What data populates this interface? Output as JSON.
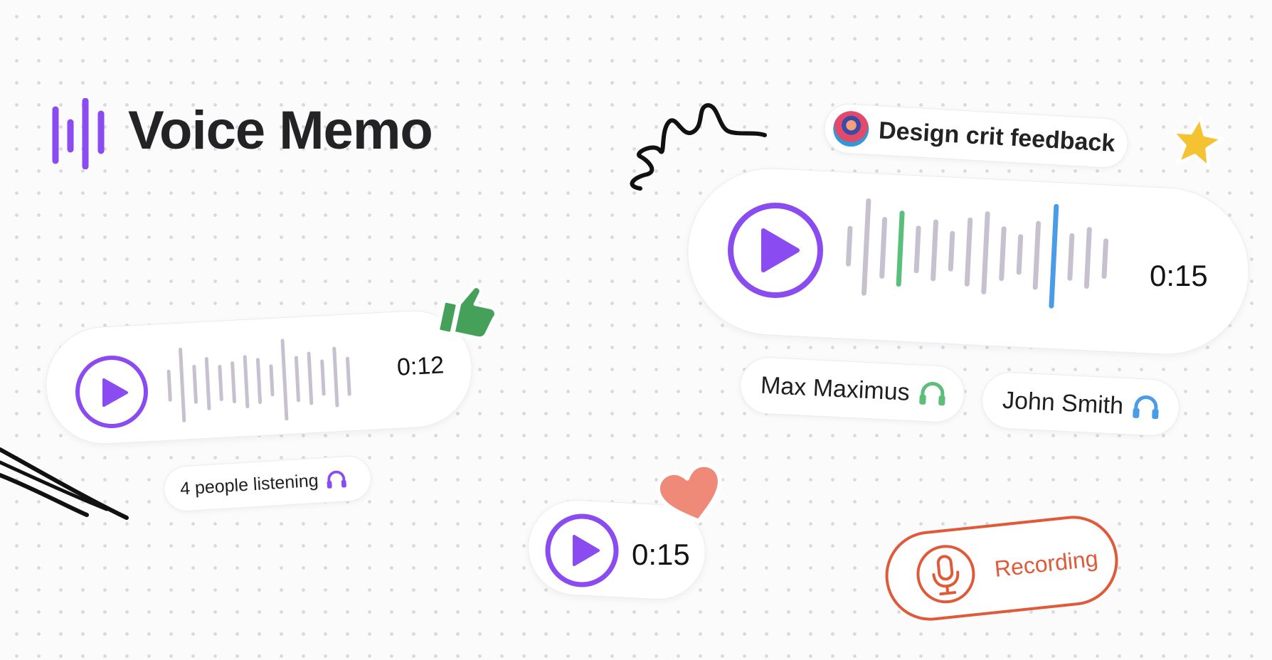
{
  "app": {
    "title": "Voice Memo",
    "accent_color": "#8a4cf0"
  },
  "memos": {
    "main": {
      "title": "Design crit feedback",
      "duration": "0:15",
      "listeners": [
        {
          "name": "Max Maximus",
          "headphone_color": "#5bbf7a"
        },
        {
          "name": "John Smith",
          "headphone_color": "#4a9be8"
        }
      ]
    },
    "left": {
      "duration": "0:12",
      "listening_label": "4 people listening"
    },
    "small": {
      "duration": "0:15"
    }
  },
  "recording": {
    "label": "Recording",
    "color": "#e05a3a"
  },
  "stickers": [
    "thumbs-up-icon",
    "heart-icon",
    "star-icon"
  ]
}
